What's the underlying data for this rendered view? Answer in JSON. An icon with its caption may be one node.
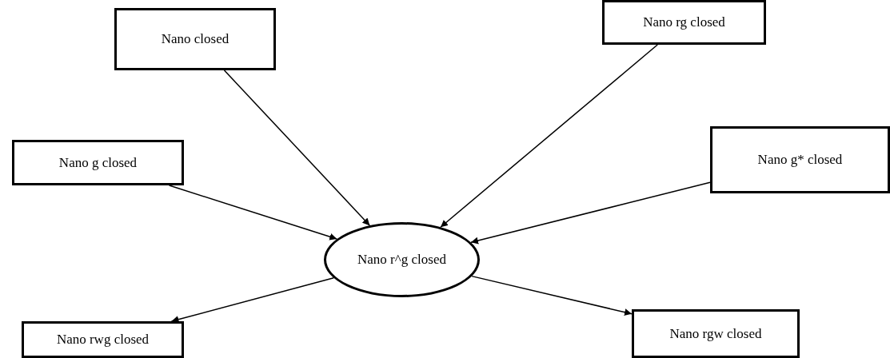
{
  "diagram": {
    "nodes": [
      {
        "text": [
          "Nano closed"
        ]
      },
      {
        "text": [
          "Nano rg closed"
        ]
      },
      {
        "text": [
          "Nano g closed"
        ]
      },
      {
        "text": [
          "Nano g* closed"
        ]
      },
      {
        "text": [
          "Nano r^g closed"
        ]
      },
      {
        "text": [
          "Nano rwg closed"
        ]
      },
      {
        "text": [
          "Nano rgw closed"
        ]
      }
    ],
    "edges": [
      {
        "from": 0,
        "to": 4,
        "arrow": "to"
      },
      {
        "from": 1,
        "to": 4,
        "arrow": "to"
      },
      {
        "from": 2,
        "to": 4,
        "arrow": "to"
      },
      {
        "from": 3,
        "to": 4,
        "arrow": "to"
      },
      {
        "from": 4,
        "to": 5,
        "arrow": "to"
      },
      {
        "from": 4,
        "to": 6,
        "arrow": "to"
      }
    ]
  }
}
